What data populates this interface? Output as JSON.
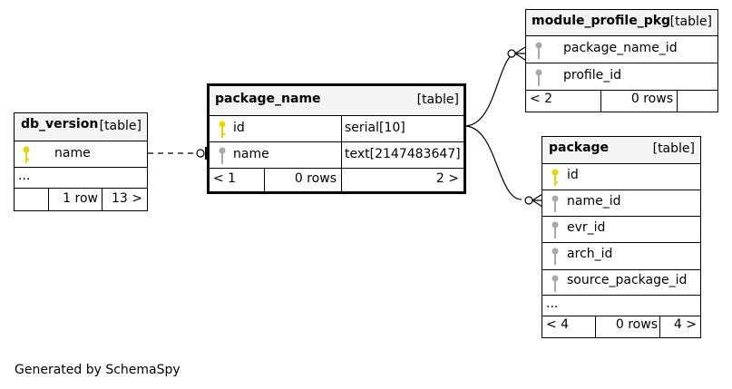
{
  "tables": {
    "db_version": {
      "name": "db_version",
      "kind": "[table]",
      "columns": [
        {
          "name": "name",
          "key": "primary"
        }
      ],
      "more": "...",
      "footer": {
        "parents": "",
        "rows": "1 row",
        "children": "13 >"
      }
    },
    "package_name": {
      "name": "package_name",
      "kind": "[table]",
      "columns": [
        {
          "name": "id",
          "type": "serial[10]",
          "key": "primary"
        },
        {
          "name": "name",
          "type": "text[2147483647]",
          "key": "index"
        }
      ],
      "footer": {
        "parents": "< 1",
        "rows": "0 rows",
        "children": "2 >"
      }
    },
    "module_profile_pkg": {
      "name": "module_profile_pkg",
      "kind": "[table]",
      "columns": [
        {
          "name": "package_name_id",
          "key": "index"
        },
        {
          "name": "profile_id",
          "key": "index"
        }
      ],
      "footer": {
        "parents": "< 2",
        "rows": "0 rows",
        "children": ""
      }
    },
    "package": {
      "name": "package",
      "kind": "[table]",
      "columns": [
        {
          "name": "id",
          "key": "primary"
        },
        {
          "name": "name_id",
          "key": "index"
        },
        {
          "name": "evr_id",
          "key": "index"
        },
        {
          "name": "arch_id",
          "key": "index"
        },
        {
          "name": "source_package_id",
          "key": "index"
        }
      ],
      "more": "...",
      "footer": {
        "parents": "< 4",
        "rows": "0 rows",
        "children": "4 >"
      }
    }
  },
  "colors": {
    "primary_key": "#e6d700",
    "index_key": "#a9a9a9",
    "header_bg": "#f4f4f4"
  },
  "footer_text": "Generated by SchemaSpy"
}
